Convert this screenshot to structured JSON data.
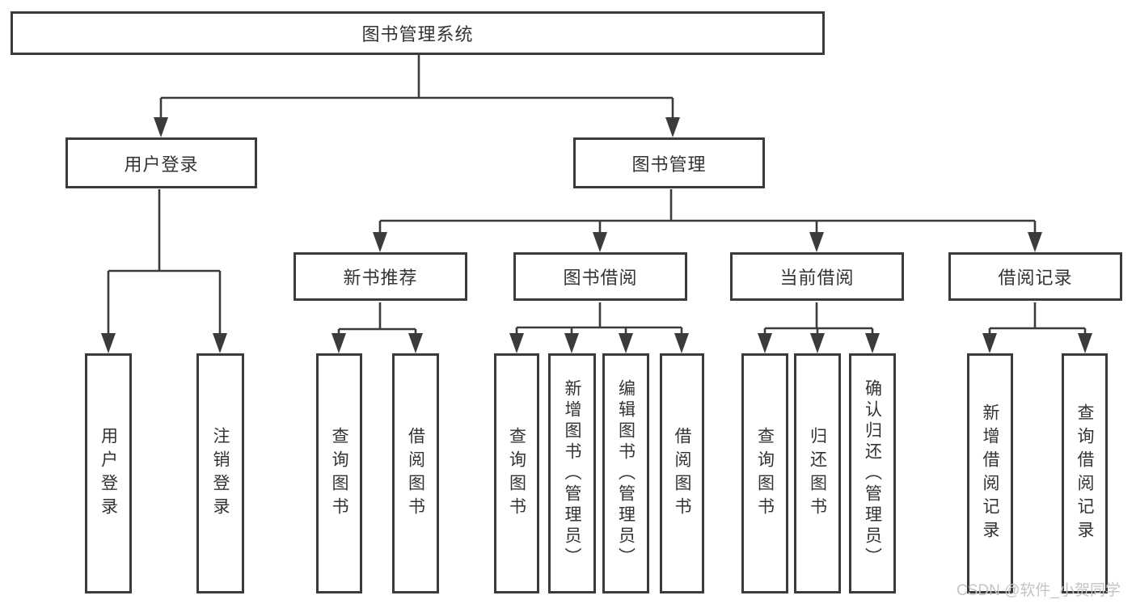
{
  "colors": {
    "line": "#3b3b3b",
    "text": "#333333",
    "bg": "#ffffff",
    "wm": "#c3c3c9"
  },
  "watermark": "CSDN @软件_小贺同学",
  "tree": {
    "root": {
      "label": "图书管理系统",
      "children": [
        {
          "label": "用户登录",
          "children": [
            {
              "label": "用户登录"
            },
            {
              "label": "注销登录"
            }
          ]
        },
        {
          "label": "图书管理",
          "children": [
            {
              "label": "新书推荐",
              "children": [
                {
                  "label": "查询图书"
                },
                {
                  "label": "借阅图书"
                }
              ]
            },
            {
              "label": "图书借阅",
              "children": [
                {
                  "label": "查询图书"
                },
                {
                  "label": "新增图书（管理员）"
                },
                {
                  "label": "编辑图书（管理员）"
                },
                {
                  "label": "借阅图书"
                }
              ]
            },
            {
              "label": "当前借阅",
              "children": [
                {
                  "label": "查询图书"
                },
                {
                  "label": "归还图书"
                },
                {
                  "label": "确认归还（管理员）"
                }
              ]
            },
            {
              "label": "借阅记录",
              "children": [
                {
                  "label": "新增借阅记录"
                },
                {
                  "label": "查询借阅记录"
                }
              ]
            }
          ]
        }
      ]
    }
  }
}
